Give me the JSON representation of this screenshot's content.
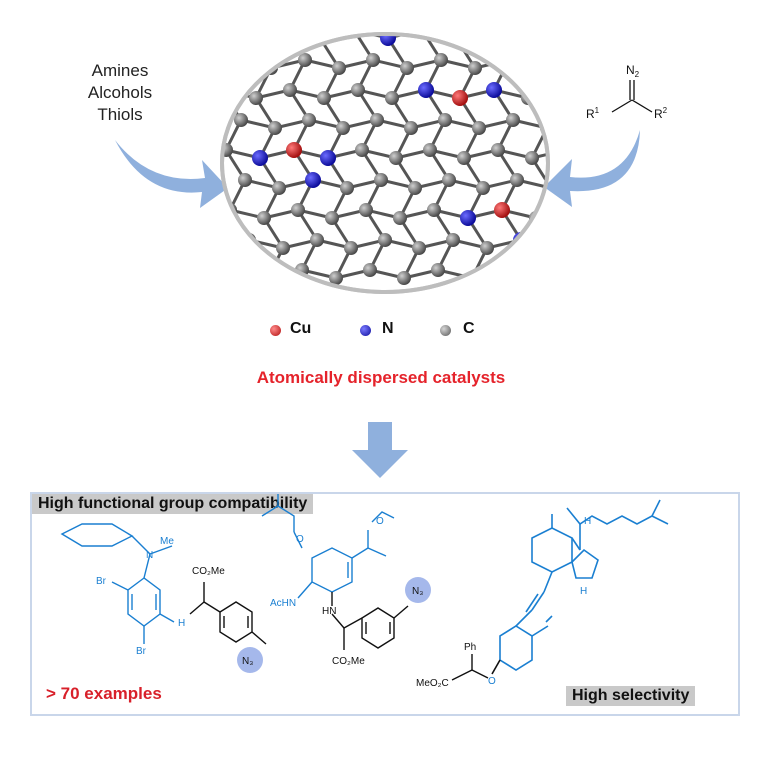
{
  "reagents": {
    "left": [
      "Amines",
      "Alcohols",
      "Thiols"
    ],
    "right_formula": {
      "n2": "N",
      "n2_sub": "2",
      "r1": "R",
      "r1_sup": "1",
      "r2": "R",
      "r2_sup": "2"
    }
  },
  "legend": [
    {
      "label": "Cu",
      "color": "#d01f1f"
    },
    {
      "label": "N",
      "color": "#1a1ad0"
    },
    {
      "label": "C",
      "color": "#7a7a7a"
    }
  ],
  "catalyst_title": "Atomically dispersed catalysts",
  "panel": {
    "compatibility_tag": "High functional group compatibility",
    "examples_label": "> 70 examples",
    "selectivity_tag": "High selectivity",
    "molecule_labels": {
      "me": "Me",
      "co2me": "CO₂Me",
      "br": "Br",
      "h": "H",
      "n3": "N₃",
      "achn": "AcHN",
      "hn": "HN",
      "meo2c": "MeO₂C",
      "ph": "Ph",
      "o": "O",
      "n": "N"
    }
  },
  "colors": {
    "arrow": "#8fb0dd",
    "accent_red": "#e5232b",
    "molecule_blue": "#1a7fd1"
  }
}
